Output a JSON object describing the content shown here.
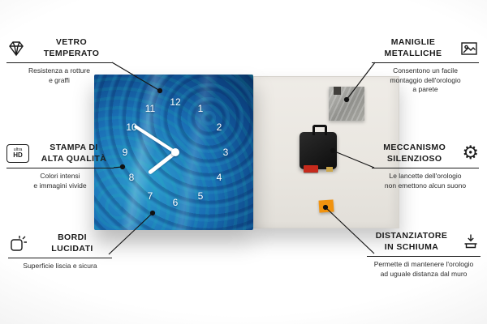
{
  "colors": {
    "face_blue": "#1a6fb5",
    "foam_orange": "#f1930f",
    "battery_red": "#c62a1c",
    "metal_gray": "#a0a09b",
    "line_black": "#1a1a1a"
  },
  "icons": {
    "ultra_hd_top": "ultra",
    "ultra_hd_bottom": "HD",
    "gear_glyph": "⚙"
  },
  "clock": {
    "numbers": [
      "12",
      "1",
      "2",
      "3",
      "4",
      "5",
      "6",
      "7",
      "8",
      "9",
      "10",
      "11"
    ]
  },
  "callouts": {
    "left": [
      {
        "icon": "diamond-icon",
        "title": "VETRO\nTEMPERATO",
        "desc": "Resistenza a rotture\ne graffi"
      },
      {
        "icon": "ultra-hd-icon",
        "title": "STAMPA DI\nALTA QUALITÀ",
        "desc": "Colori intensi\ne immagini vivide"
      },
      {
        "icon": "polished-edge-icon",
        "title": "BORDI\nLUCIDATI",
        "desc": "Superficie liscia e sicura"
      }
    ],
    "right": [
      {
        "icon": "picture-frame-icon",
        "title": "MANIGLIE\nMETALLICHE",
        "desc": "Consentono un facile\nmontaggio dell'orologio\na parete"
      },
      {
        "icon": "gear-icon",
        "title": "MECCANISMO\nSILENZIOSO",
        "desc": "Le lancette dell'orologio\nnon emettono alcun suono"
      },
      {
        "icon": "foam-spacer-icon",
        "title": "DISTANZIATORE\nIN SCHIUMA",
        "desc": "Permette di mantenere l'orologio\nad uguale distanza dal muro"
      }
    ]
  }
}
